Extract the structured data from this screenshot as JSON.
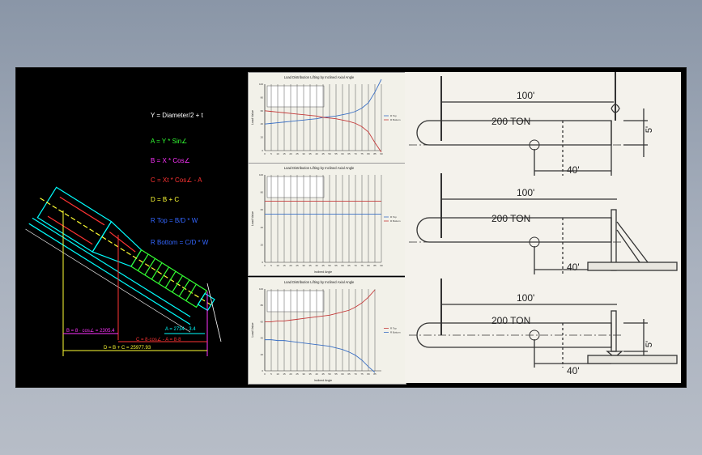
{
  "cad": {
    "equations": [
      {
        "text": "Y = Diameter/2 + t",
        "color": "#ffffff"
      },
      {
        "text": "A = Y * Sin∠",
        "color": "#33ff33"
      },
      {
        "text": "B = X * Cos∠",
        "color": "#ff33ff"
      },
      {
        "text": "C = Xt * Cos∠ - A",
        "color": "#ff3333"
      },
      {
        "text": "D = B + C",
        "color": "#ffff33"
      },
      {
        "text": "R Top = B/D * W",
        "color": "#3366ff"
      },
      {
        "text": "R Bottom = C/D * W",
        "color": "#3366ff"
      }
    ],
    "dims": {
      "b": "B = 8 · cos∠ = 2305.4",
      "c": "C = 8·cos∠ - A = 8·8",
      "d": "D = B + C = 25977.93",
      "a": "A = 2734 · 3.4"
    },
    "colors": {
      "cyan": "#00ffff",
      "green": "#33ff33",
      "red": "#ff3333",
      "magenta": "#ff33ff",
      "yellow": "#ffff33",
      "white": "#ffffff",
      "blue": "#3366ff"
    }
  },
  "charts": [
    {
      "title": "Load Distribution Lifting by Inclined Axial Angle",
      "ylabel": "Load Value",
      "xlabel": "",
      "legend": [
        "R Top",
        "R Bottom"
      ],
      "chart_data": {
        "type": "line",
        "x": [
          0,
          5,
          10,
          15,
          20,
          25,
          30,
          35,
          40,
          45,
          50,
          55,
          60,
          65,
          70,
          75,
          80,
          85,
          90
        ],
        "series": [
          {
            "values": [
              40,
              41,
              42,
              43,
              44,
              45,
              46,
              47,
              48,
              50,
              51,
              52,
              54,
              56,
              59,
              64,
              72,
              88,
              120
            ],
            "color": "#3a6fc4"
          },
          {
            "values": [
              60,
              59,
              58,
              57,
              56,
              55,
              54,
              53,
              52,
              50,
              49,
              48,
              46,
              44,
              41,
              36,
              28,
              12,
              -20
            ],
            "color": "#c43a3a"
          }
        ],
        "ylim": [
          0,
          100
        ]
      }
    },
    {
      "title": "Load Distribution Lifting by Inclined Axial Angle",
      "ylabel": "Load Value",
      "xlabel": "Inclined Angle",
      "legend": [
        "R Top",
        "R Bottom"
      ],
      "chart_data": {
        "type": "line",
        "x": [
          0,
          5,
          10,
          15,
          20,
          25,
          30,
          35,
          40,
          45,
          50,
          55,
          60,
          65,
          70,
          75,
          80,
          85,
          90
        ],
        "series": [
          {
            "values": [
              55,
              55,
              55,
              55,
              55,
              55,
              55,
              55,
              55,
              55,
              55,
              55,
              55,
              55,
              55,
              55,
              55,
              55,
              55
            ],
            "color": "#3a6fc4"
          },
          {
            "values": [
              70,
              70,
              70,
              70,
              70,
              70,
              70,
              70,
              70,
              70,
              70,
              70,
              70,
              70,
              70,
              70,
              70,
              70,
              70
            ],
            "color": "#c43a3a"
          }
        ],
        "ylim": [
          0,
          100
        ]
      }
    },
    {
      "title": "Load Distribution Lifting by Inclined Axial Angle",
      "ylabel": "Load Value",
      "xlabel": "Inclined Angle",
      "legend": [
        "R Top",
        "R Bottom"
      ],
      "chart_data": {
        "type": "line",
        "x": [
          0,
          5,
          10,
          15,
          20,
          25,
          30,
          35,
          40,
          45,
          50,
          55,
          60,
          65,
          70,
          75,
          80,
          85
        ],
        "series": [
          {
            "values": [
              60,
              60,
              61,
              61,
              62,
              63,
              64,
              65,
              66,
              67,
              68,
              70,
              72,
              74,
              78,
              83,
              90,
              99
            ],
            "color": "#c43a3a"
          },
          {
            "values": [
              38,
              38,
              37,
              37,
              36,
              35,
              34,
              33,
              32,
              31,
              30,
              28,
              26,
              23,
              19,
              13,
              5,
              -5
            ],
            "color": "#3a6fc4"
          }
        ],
        "ylim": [
          0,
          100
        ]
      }
    }
  ],
  "diagrams": [
    {
      "dim": "100'",
      "capacity": "200 TON",
      "sub": "40'",
      "side": "5'"
    },
    {
      "dim": "100'",
      "capacity": "200 TON",
      "sub": "40'",
      "side": ""
    },
    {
      "dim": "100'",
      "capacity": "200 TON",
      "sub": "40'",
      "side": "5'"
    }
  ]
}
